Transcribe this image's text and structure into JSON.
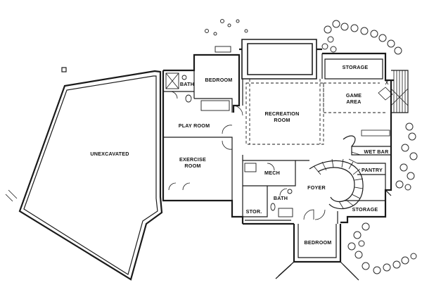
{
  "rooms": {
    "unexcavated": "UNEXCAVATED",
    "bath_upper": "BATH",
    "bedroom_upper": "BEDROOM",
    "storage_top": "STORAGE",
    "game_area_1": "GAME",
    "game_area_2": "AREA",
    "recreation_1": "RECREATION",
    "recreation_2": "ROOM",
    "play_room": "PLAY ROOM",
    "exercise_1": "EXERCISE",
    "exercise_2": "ROOM",
    "wet_bar": "WET BAR",
    "mech": "MECH",
    "pantry": "PANTRY",
    "foyer": "FOYER",
    "bath_lower": "BATH",
    "storage_lower": "STORAGE",
    "stor": "STOR.",
    "bedroom_lower": "BEDROOM"
  }
}
